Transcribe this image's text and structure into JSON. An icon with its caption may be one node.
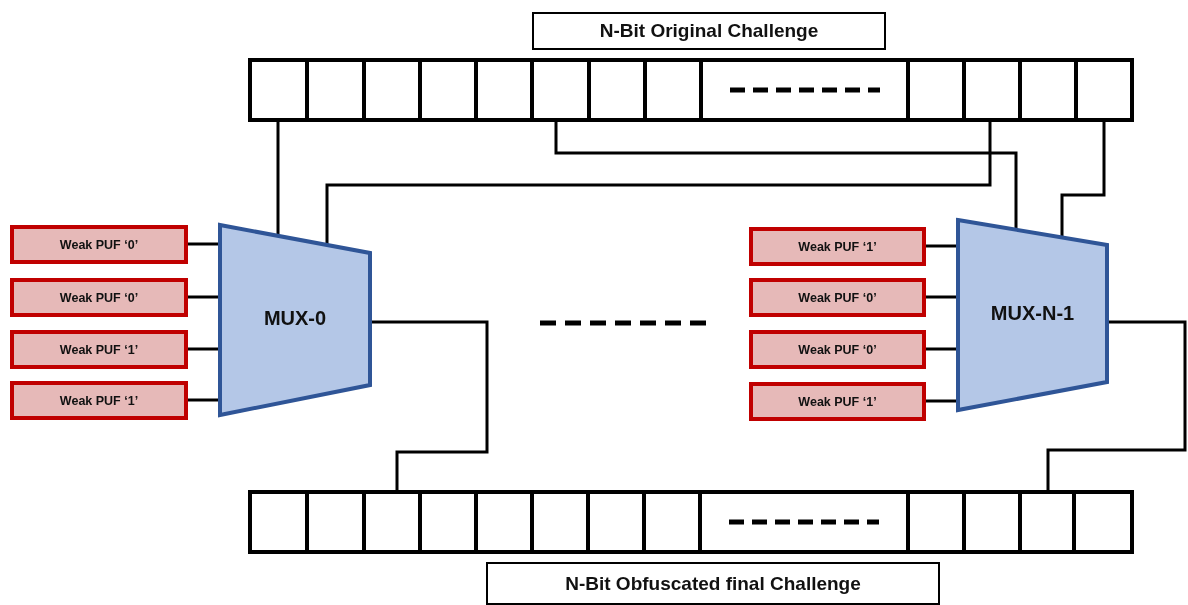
{
  "diagram": {
    "nodes": [
      {
        "text": [
          "N-Bit Original Challenge"
        ]
      },
      {
        "text": [],
        "shape": "box"
      },
      {
        "text": [],
        "shape": "box"
      },
      {
        "text": [],
        "shape": "box"
      },
      {
        "text": [],
        "shape": "box"
      },
      {
        "text": [],
        "shape": "box"
      },
      {
        "text": [],
        "shape": "box"
      },
      {
        "text": [],
        "shape": "box"
      },
      {
        "text": [],
        "shape": "box"
      },
      {
        "text": [],
        "shape": "box"
      },
      {
        "text": [],
        "shape": "box"
      },
      {
        "text": [],
        "shape": "box"
      },
      {
        "text": [],
        "shape": "box"
      },
      {
        "text": [],
        "shape": "box"
      },
      {
        "text": [
          "Weak PUF ‘0’"
        ]
      },
      {
        "text": [
          "Weak PUF ‘0’"
        ]
      },
      {
        "text": [
          "Weak PUF ‘1’"
        ]
      },
      {
        "text": [
          "Weak PUF ‘1’"
        ]
      },
      {
        "text": [
          "MUX-0"
        ]
      },
      {
        "text": [
          "Weak PUF ‘1’"
        ]
      },
      {
        "text": [
          "Weak PUF ‘0’"
        ]
      },
      {
        "text": [
          "Weak PUF ‘0’"
        ]
      },
      {
        "text": [
          "Weak PUF ‘1’"
        ]
      },
      {
        "text": [
          "MUX-N-1"
        ]
      },
      {
        "text": [],
        "shape": "box"
      },
      {
        "text": [],
        "shape": "box"
      },
      {
        "text": [],
        "shape": "box"
      },
      {
        "text": [],
        "shape": "box"
      },
      {
        "text": [],
        "shape": "box"
      },
      {
        "text": [],
        "shape": "box"
      },
      {
        "text": [],
        "shape": "box"
      },
      {
        "text": [],
        "shape": "box"
      },
      {
        "text": [],
        "shape": "box"
      },
      {
        "text": [],
        "shape": "box"
      },
      {
        "text": [],
        "shape": "box"
      },
      {
        "text": [],
        "shape": "box"
      },
      {
        "text": [],
        "shape": "box"
      },
      {
        "text": [
          "N-Bit Obfuscated final Challenge"
        ]
      }
    ],
    "edges": [
      {
        "from": 1,
        "to": 18,
        "arrow": "none"
      },
      {
        "from": 11,
        "to": 18,
        "arrow": "none"
      },
      {
        "from": 6,
        "to": 23,
        "arrow": "none"
      },
      {
        "from": 13,
        "to": 23,
        "arrow": "none"
      },
      {
        "from": 14,
        "to": 18,
        "arrow": "none"
      },
      {
        "from": 15,
        "to": 18,
        "arrow": "none"
      },
      {
        "from": 16,
        "to": 18,
        "arrow": "none"
      },
      {
        "from": 17,
        "to": 18,
        "arrow": "none"
      },
      {
        "from": 19,
        "to": 23,
        "arrow": "none"
      },
      {
        "from": 20,
        "to": 23,
        "arrow": "none"
      },
      {
        "from": 21,
        "to": 23,
        "arrow": "none"
      },
      {
        "from": 22,
        "to": 23,
        "arrow": "none"
      },
      {
        "from": 18,
        "to": 26,
        "arrow": "none"
      },
      {
        "from": 23,
        "to": 35,
        "arrow": "none"
      }
    ]
  }
}
